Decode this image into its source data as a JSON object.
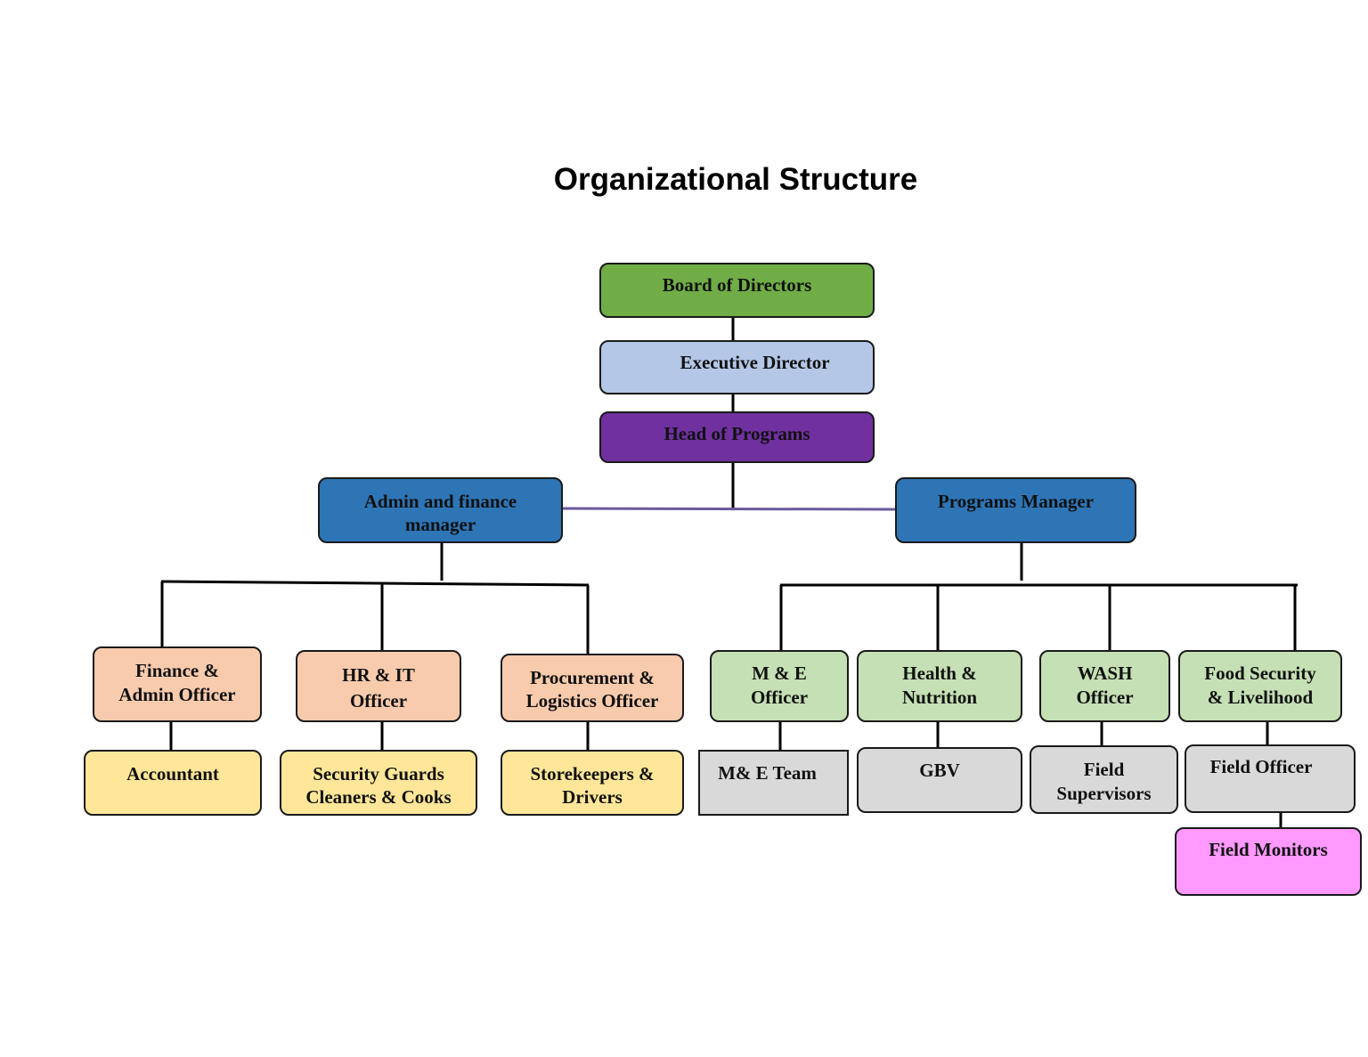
{
  "title": "Organizational Structure",
  "colors": {
    "board": "#70ad47",
    "executive": "#b4c7e7",
    "head": "#7030a0",
    "manager": "#2e75b6",
    "admin_staff": "#f8cbad",
    "admin_support": "#ffe699",
    "program_officer": "#c5e0b4",
    "program_team": "#d9d9d9",
    "field_monitors": "#ff99ff",
    "manager_link": "#6a5a9a"
  },
  "nodes": {
    "board": "Board of Directors",
    "executive": "Executive Director",
    "head": "Head of Programs",
    "admin_manager": "Admin and finance\nmanager",
    "programs_manager": "Programs Manager",
    "finance_officer": "Finance &\nAdmin Officer",
    "hr_officer": "HR & IT\nOfficer",
    "procurement_officer": "Procurement &\nLogistics Officer",
    "accountant": "Accountant",
    "security": "Security Guards\nCleaners & Cooks",
    "storekeepers": "Storekeepers &\nDrivers",
    "me_officer": "M & E\nOfficer",
    "health": "Health &\nNutrition",
    "wash": "WASH\nOfficer",
    "food": "Food Security\n& Livelihood",
    "me_team": "M& E Team",
    "gbv": "GBV",
    "field_supervisors": "Field\nSupervisors",
    "field_officer": "Field Officer",
    "field_monitors": "Field Monitors"
  }
}
